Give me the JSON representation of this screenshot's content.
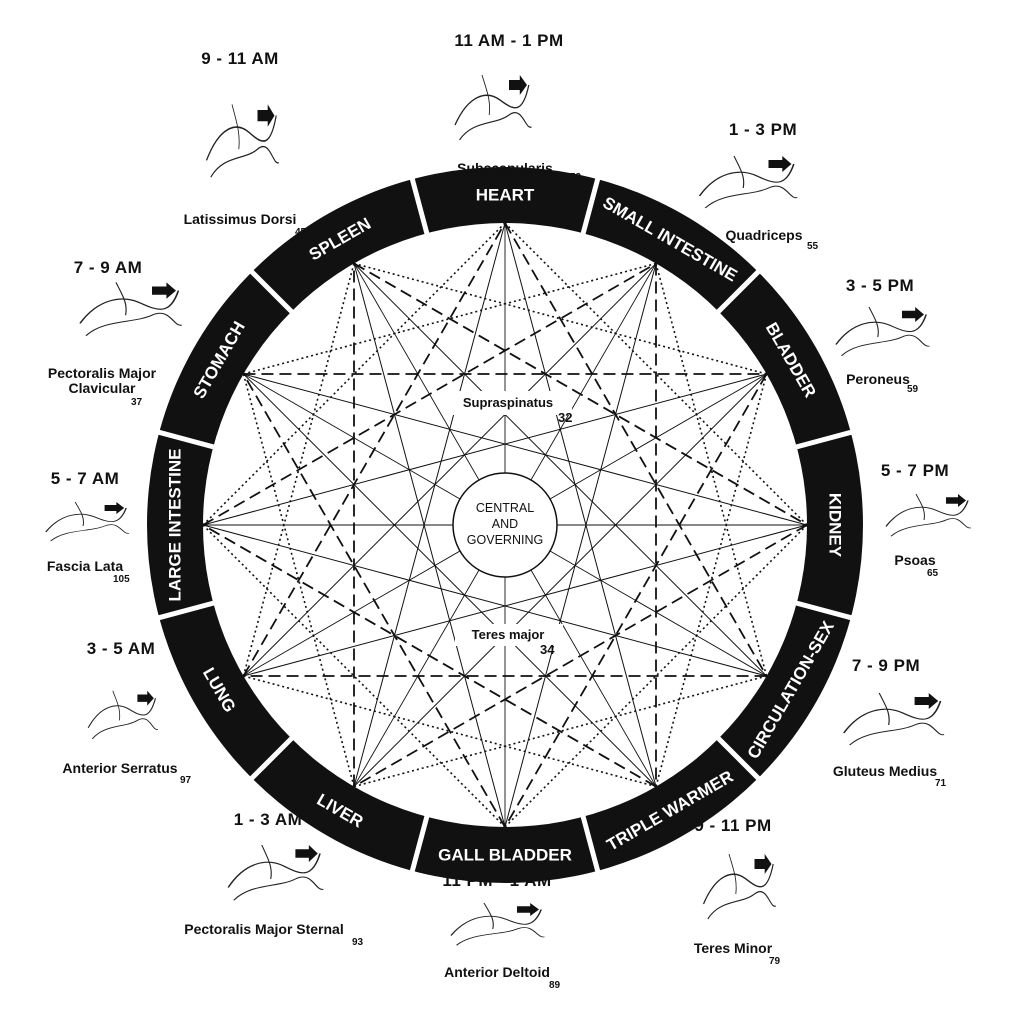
{
  "wheel": {
    "center_label": [
      "CENTRAL",
      "AND",
      "GOVERNING"
    ],
    "inner_top": {
      "name": "Supraspinatus",
      "number": "32"
    },
    "inner_bottom": {
      "name": "Teres major",
      "number": "34"
    },
    "segments": [
      {
        "name": "HEART"
      },
      {
        "name": "SMALL INTESTINE"
      },
      {
        "name": "BLADDER"
      },
      {
        "name": "KIDNEY"
      },
      {
        "name": "CIRCULATION-SEX"
      },
      {
        "name": "TRIPLE WARMER"
      },
      {
        "name": "GALL BLADDER"
      },
      {
        "name": "LIVER"
      },
      {
        "name": "LUNG"
      },
      {
        "name": "LARGE INTESTINE"
      },
      {
        "name": "STOMACH"
      },
      {
        "name": "SPLEEN"
      }
    ]
  },
  "stations": [
    {
      "time": "11 AM - 1 PM",
      "muscle": "Subscapularis",
      "number": "53"
    },
    {
      "time": "1 - 3 PM",
      "muscle": "Quadriceps",
      "number": "55"
    },
    {
      "time": "3 - 5 PM",
      "muscle": "Peroneus",
      "number": "59"
    },
    {
      "time": "5 - 7 PM",
      "muscle": "Psoas",
      "number": "65"
    },
    {
      "time": "7 - 9  PM",
      "muscle": "Gluteus Medius",
      "number": "71"
    },
    {
      "time": "9 - 11 PM",
      "muscle": "Teres Minor",
      "number": "79"
    },
    {
      "time": "11 PM - 1 AM",
      "muscle": "Anterior Deltoid",
      "number": "89"
    },
    {
      "time": "1 - 3 AM",
      "muscle": "Pectoralis Major Sternal",
      "number": "93"
    },
    {
      "time": "3 - 5 AM",
      "muscle": "Anterior Serratus",
      "number": "97"
    },
    {
      "time": "5 - 7 AM",
      "muscle": "Fascia Lata",
      "number": "105"
    },
    {
      "time": "7 - 9 AM",
      "muscle": "Pectoralis Major\nClavicular",
      "number": "37"
    },
    {
      "time": "9 - 11 AM",
      "muscle": "Latissimus Dorsi",
      "number": "45"
    }
  ]
}
